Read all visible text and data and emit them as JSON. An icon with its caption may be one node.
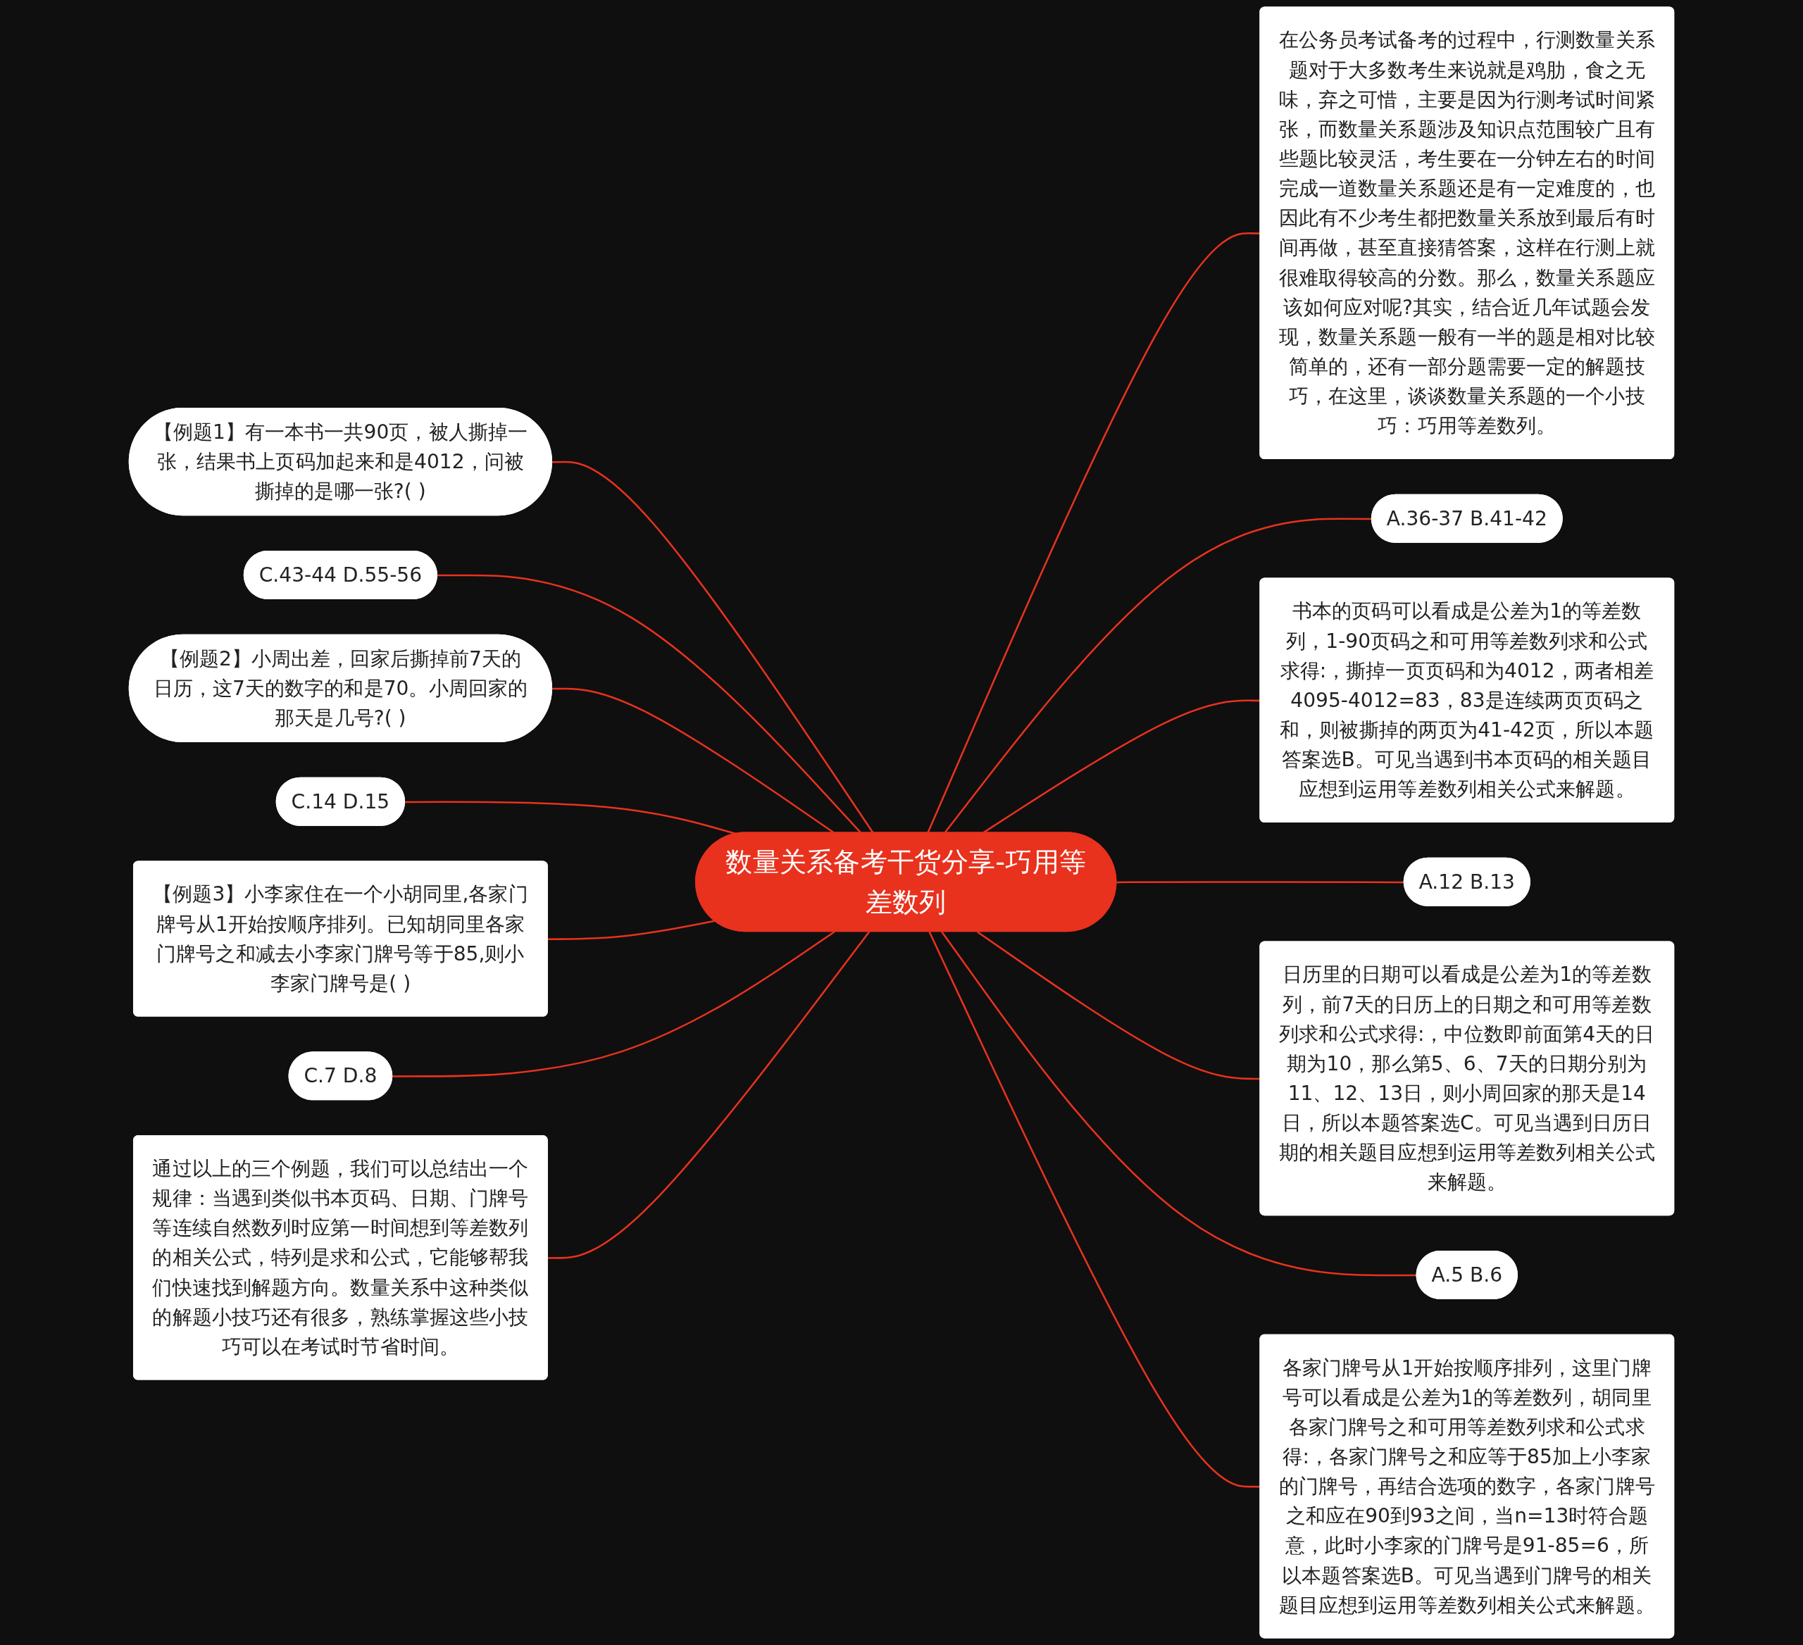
{
  "diagram": {
    "nodes": [
      {
        "text": [
          "数量关系备考干货分享-巧用等差数列"
        ]
      },
      {
        "text": [
          "在公务员考试备考的过程中，行测数量关系题对于大多数考生来说就是鸡肋，食之无味，弃之可惜，主要是因为行测考试时间紧张，而数量关系题涉及知识点范围较广且有些题比较灵活，考生要在一分钟左右的时间完成一道数量关系题还是有一定难度的，也因此有不少考生都把数量关系放到最后有时间再做，甚至直接猜答案，这样在行测上就很难取得较高的分数。那么，数量关系题应该如何应对呢?其实，结合近几年试题会发现，数量关系题一般有一半的题是相对比较简单的，还有一部分题需要一定的解题技巧，在这里，谈谈数量关系题的一个小技巧：巧用等差数列。"
        ]
      },
      {
        "text": [
          "A.36-37 B.41-42"
        ]
      },
      {
        "text": [
          "书本的页码可以看成是公差为1的等差数列，1-90页码之和可用等差数列求和公式求得:，撕掉一页页码和为4012，两者相差4095-4012=83，83是连续两页页码之和，则被撕掉的两页为41-42页，所以本题答案选B。可见当遇到书本页码的相关题目应想到运用等差数列相关公式来解题。"
        ]
      },
      {
        "text": [
          "A.12 B.13"
        ]
      },
      {
        "text": [
          "日历里的日期可以看成是公差为1的等差数列，前7天的日历上的日期之和可用等差数列求和公式求得:，中位数即前面第4天的日期为10，那么第5、6、7天的日期分别为11、12、13日，则小周回家的那天是14日，所以本题答案选C。可见当遇到日历日期的相关题目应想到运用等差数列相关公式来解题。"
        ]
      },
      {
        "text": [
          "A.5 B.6"
        ]
      },
      {
        "text": [
          "各家门牌号从1开始按顺序排列，这里门牌号可以看成是公差为1的等差数列，胡同里各家门牌号之和可用等差数列求和公式求得:，各家门牌号之和应等于85加上小李家的门牌号，再结合选项的数字，各家门牌号之和应在90到93之间，当n=13时符合题意，此时小李家的门牌号是91-85=6，所以本题答案选B。可见当遇到门牌号的相关题目应想到运用等差数列相关公式来解题。"
        ]
      },
      {
        "text": [
          "【例题1】有一本书一共90页，被人撕掉一张，结果书上页码加起来和是4012，问被撕掉的是哪一张?( )"
        ]
      },
      {
        "text": [
          "C.43-44 D.55-56"
        ]
      },
      {
        "text": [
          "【例题2】小周出差，回家后撕掉前7天的日历，这7天的数字的和是70。小周回家的那天是几号?( )"
        ]
      },
      {
        "text": [
          "C.14 D.15"
        ]
      },
      {
        "text": [
          "【例题3】小李家住在一个小胡同里,各家门牌号从1开始按顺序排列。已知胡同里各家门牌号之和减去小李家门牌号等于85,则小李家门牌号是( )"
        ]
      },
      {
        "text": [
          "C.7 D.8"
        ]
      },
      {
        "text": [
          "通过以上的三个例题，我们可以总结出一个规律：当遇到类似书本页码、日期、门牌号等连续自然数列时应第一时间想到等差数列的相关公式，特列是求和公式，它能够帮我们快速找到解题方向。数量关系中这种类似的解题小技巧还有很多，熟练掌握这些小技巧可以在考试时节省时间。"
        ]
      }
    ],
    "edges": [
      {
        "from": 0,
        "to": 1,
        "arrow": "none"
      },
      {
        "from": 0,
        "to": 2,
        "arrow": "none"
      },
      {
        "from": 0,
        "to": 3,
        "arrow": "none"
      },
      {
        "from": 0,
        "to": 4,
        "arrow": "none"
      },
      {
        "from": 0,
        "to": 5,
        "arrow": "none"
      },
      {
        "from": 0,
        "to": 6,
        "arrow": "none"
      },
      {
        "from": 0,
        "to": 7,
        "arrow": "none"
      },
      {
        "from": 0,
        "to": 8,
        "arrow": "none"
      },
      {
        "from": 0,
        "to": 9,
        "arrow": "none"
      },
      {
        "from": 0,
        "to": 10,
        "arrow": "none"
      },
      {
        "from": 0,
        "to": 11,
        "arrow": "none"
      },
      {
        "from": 0,
        "to": 12,
        "arrow": "none"
      },
      {
        "from": 0,
        "to": 13,
        "arrow": "none"
      },
      {
        "from": 0,
        "to": 14,
        "arrow": "none"
      }
    ]
  }
}
